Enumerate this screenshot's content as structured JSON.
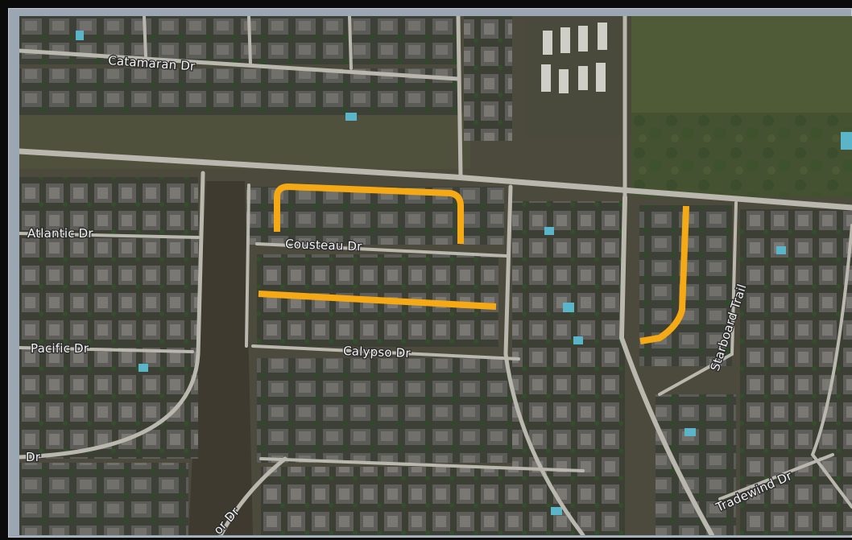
{
  "map": {
    "street_labels": {
      "catamaran": "Catamaran Dr",
      "atlantic": "Atlantic Dr",
      "cousteau": "Cousteau Dr",
      "pacific": "Pacific Dr",
      "calypso": "Calypso Dr",
      "starboard": "Starboard Trail",
      "tradewind": "Tradewind Dr",
      "dr_bottom_left": "Dr",
      "dr_bottom_center": "or Dr"
    },
    "highlight_color": "#f5a914",
    "highlighted_segments": [
      "loop north of Cousteau Dr",
      "line between Cousteau Dr and Calypso Dr",
      "curve west of Starboard Trail"
    ]
  }
}
